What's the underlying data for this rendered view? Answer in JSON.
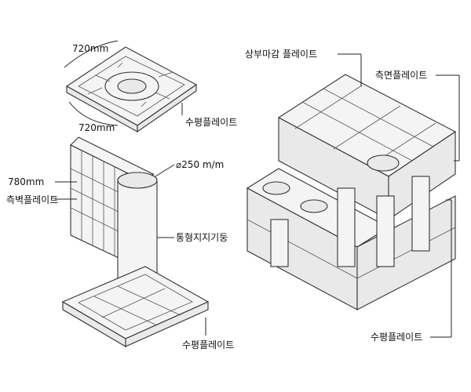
{
  "labels": {
    "top_width": "720mm",
    "top_depth": "720mm",
    "top_plate": "수평플레이트",
    "side_height": "780mm",
    "side_plate": "측벽플레이트",
    "diameter": "⌀250 m/m",
    "column": "통형지지기둥",
    "bottom_plate": "수평플레이트",
    "cap_plate": "상부마감 플레이트",
    "face_plate": "측면플레이트",
    "assembly_plate": "수평플레이트"
  }
}
